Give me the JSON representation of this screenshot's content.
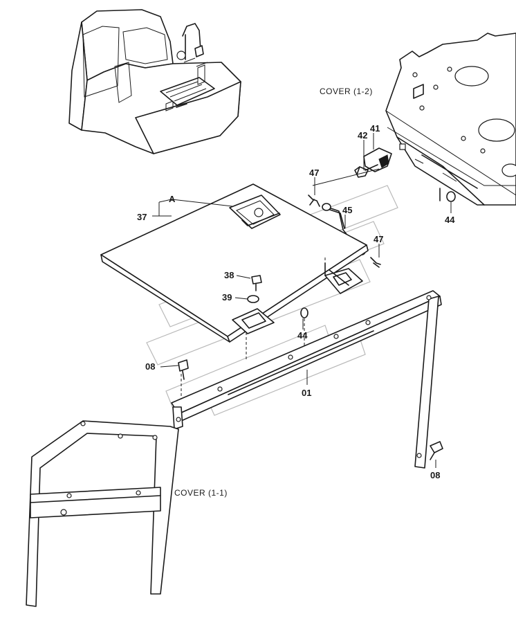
{
  "cover_titles": {
    "cover_1_2": "COVER (1-2)",
    "cover_1_1": "COVER (1-1)"
  },
  "callouts": {
    "a": "A",
    "p37": "37",
    "p41": "41",
    "p42": "42",
    "p47_top": "47",
    "p45": "45",
    "p47_right": "47",
    "p44_right": "44",
    "p38": "38",
    "p39": "39",
    "p44_mid": "44",
    "p08_left": "08",
    "p01": "01",
    "p08_right": "08"
  }
}
